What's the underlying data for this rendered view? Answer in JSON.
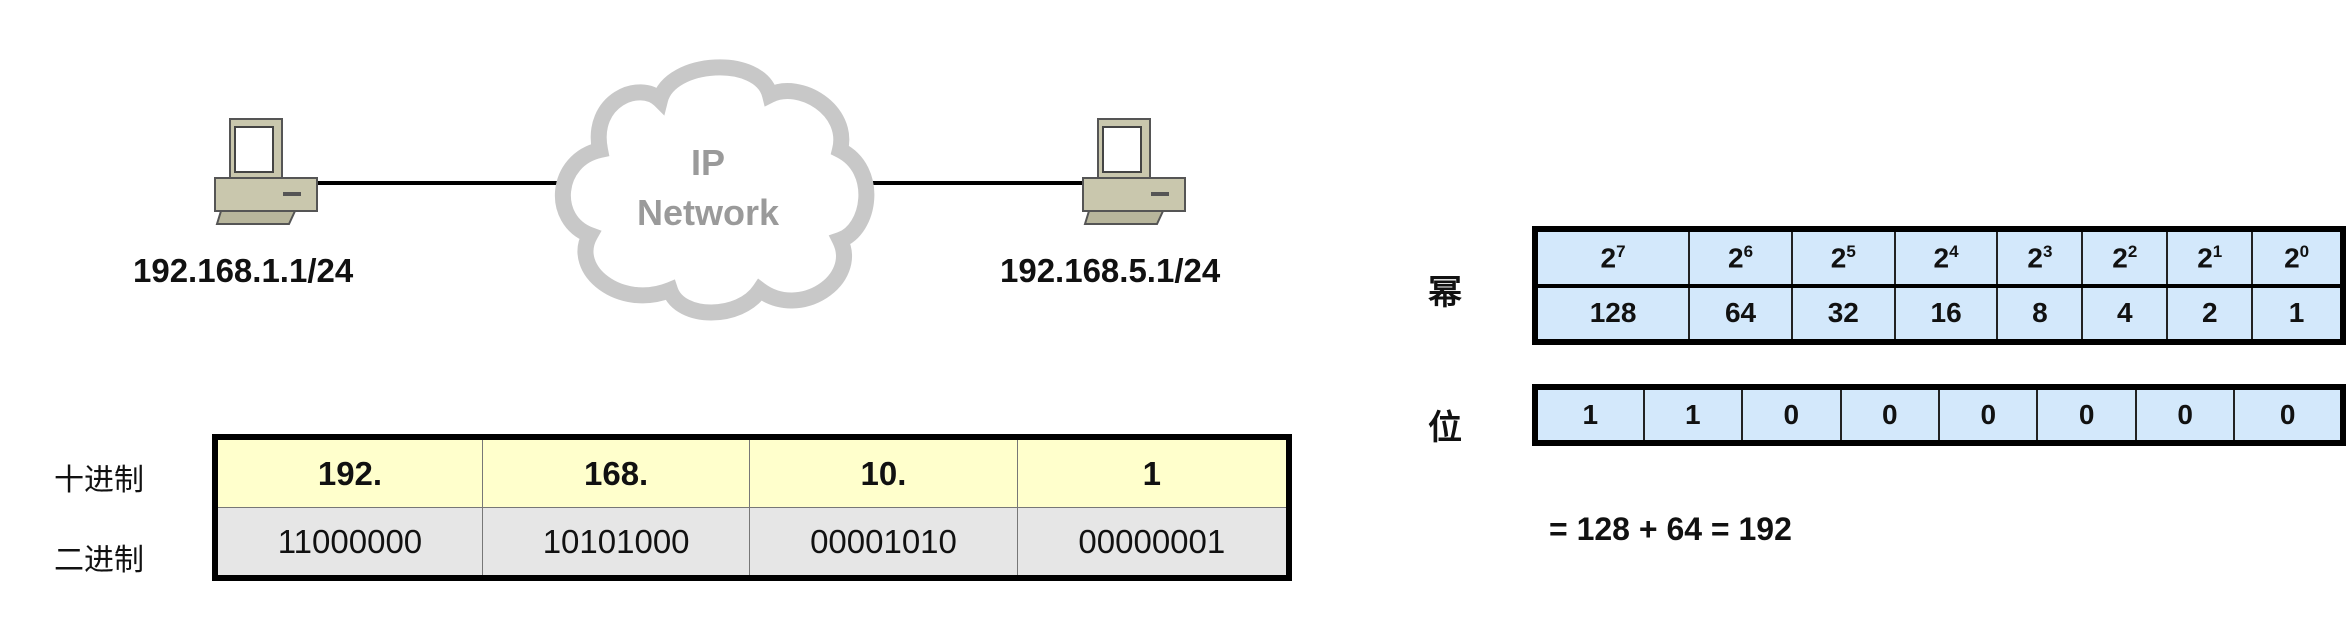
{
  "network": {
    "cloud_line1": "IP",
    "cloud_line2": "Network",
    "left_host_ip": "192.168.1.1/24",
    "right_host_ip": "192.168.5.1/24"
  },
  "decimal_table": {
    "row_labels": [
      "十进制",
      "二进制"
    ],
    "decimal": [
      "192.",
      "168.",
      "10.",
      "1"
    ],
    "binary": [
      "11000000",
      "10101000",
      "00001010",
      "00000001"
    ]
  },
  "power_table": {
    "label": "幂",
    "base": "2",
    "exponents": [
      "7",
      "6",
      "5",
      "4",
      "3",
      "2",
      "1",
      "0"
    ],
    "values": [
      "128",
      "64",
      "32",
      "16",
      "8",
      "4",
      "2",
      "1"
    ]
  },
  "bit_table": {
    "label": "位",
    "bits": [
      "1",
      "1",
      "0",
      "0",
      "0",
      "0",
      "0",
      "0"
    ]
  },
  "formula": "= 128 + 64 = 192",
  "colors": {
    "decimal_row": "#ffffcc",
    "binary_row": "#e6e6e6",
    "power_cells": "#d3e8fb",
    "cloud": "#c8c8c8"
  }
}
